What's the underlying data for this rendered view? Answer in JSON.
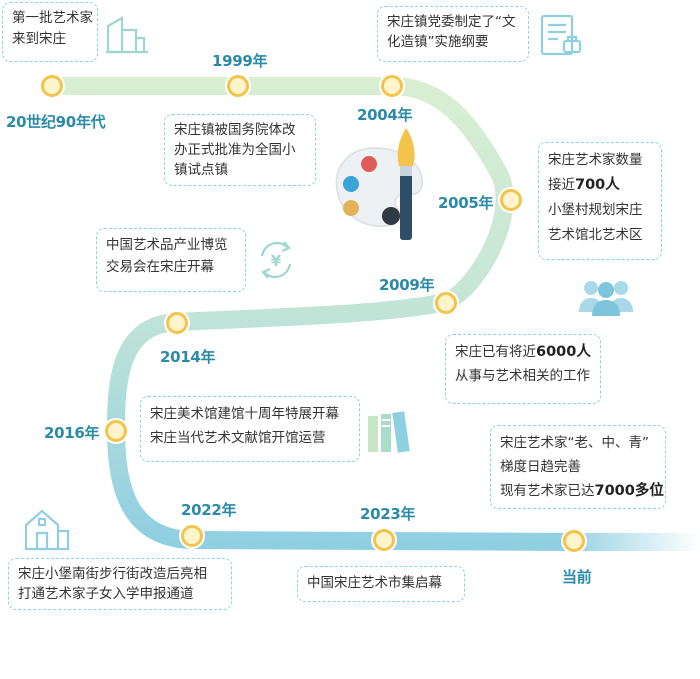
{
  "colors": {
    "early_track": "#d6edce",
    "late_track": "#8fcfe2",
    "node_ring": "#f2c44c",
    "year_text": "#2a8aa8",
    "box_border": "#8ed1e0"
  },
  "timeline": [
    {
      "year": "20世纪90年代",
      "lines": [
        [
          "第一批艺术家"
        ],
        [
          "来到宋庄"
        ]
      ]
    },
    {
      "year": "1999年",
      "lines": [
        [
          "宋庄镇被国务院体改"
        ],
        [
          "办正式批准为全国小"
        ],
        [
          "镇试点镇"
        ]
      ]
    },
    {
      "year": "2004年",
      "lines": [
        [
          "宋庄镇党委制定了“文"
        ],
        [
          "化造镇”实施纲要"
        ]
      ]
    },
    {
      "year": "2005年",
      "lines": [
        [
          "宋庄艺术家数量"
        ],
        [
          "接近",
          "700人"
        ],
        [
          "小堡村规划宋庄"
        ],
        [
          "艺术馆北艺术区"
        ]
      ]
    },
    {
      "year": "2009年",
      "lines": [
        [
          "中国艺术品产业博览"
        ],
        [
          "交易会在宋庄开幕"
        ]
      ]
    },
    {
      "year": "2014年",
      "lines": [
        [
          "宋庄已有将近",
          "6000人"
        ],
        [
          "从事与艺术相关的工作"
        ]
      ]
    },
    {
      "year": "2016年",
      "lines": [
        [
          "宋庄美术馆建馆十周年特展开幕"
        ],
        [
          "宋庄当代艺术文献馆开馆运营"
        ]
      ]
    },
    {
      "year": "2022年",
      "lines": [
        [
          "宋庄小堡南街步行街改造后亮相"
        ],
        [
          "打通艺术家子女入学申报通道"
        ]
      ]
    },
    {
      "year": "2023年",
      "lines": [
        [
          "中国宋庄艺术市集启幕"
        ]
      ]
    },
    {
      "year": "当前",
      "lines": [
        [
          "宋庄艺术家“老、中、青”"
        ],
        [
          "梯度日趋完善"
        ],
        [
          "现有艺术家已达",
          "7000多位"
        ]
      ]
    }
  ],
  "icons": [
    "building-icon",
    "document-icon",
    "palette-brush-icon",
    "currency-exchange-icon",
    "people-icon",
    "books-icon",
    "house-icon"
  ]
}
